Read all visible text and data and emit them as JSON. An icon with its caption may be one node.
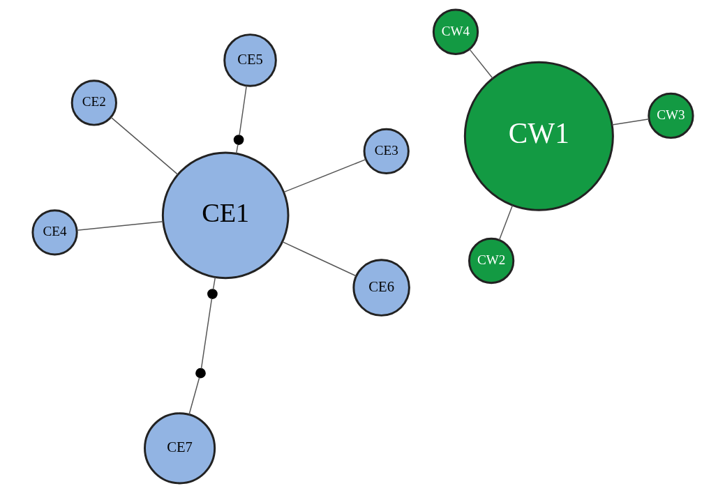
{
  "diagram": {
    "nodes": [
      {
        "text": [
          "CW1"
        ]
      },
      {
        "text": [
          "CW3"
        ]
      },
      {
        "text": [
          "CW2"
        ]
      },
      {
        "text": [
          "CW4"
        ]
      },
      {
        "text": [
          "CE4"
        ]
      },
      {
        "text": [
          "CE6"
        ]
      },
      {
        "text": [
          "CE1"
        ]
      },
      {
        "text": [
          "CE5"
        ]
      },
      {
        "text": [
          "CE3"
        ]
      },
      {
        "text": [
          "CE2"
        ]
      },
      {
        "text": [
          "CE7"
        ]
      },
      {
        "text": [],
        "shape": "circle"
      },
      {
        "text": [],
        "shape": "circle"
      },
      {
        "text": [],
        "shape": "circle"
      }
    ],
    "edges": [
      {
        "from": 0,
        "to": 1,
        "arrow": "none"
      },
      {
        "from": 0,
        "to": 2,
        "arrow": "none"
      },
      {
        "from": 0,
        "to": 3,
        "arrow": "none"
      },
      {
        "from": 6,
        "to": 4,
        "arrow": "none"
      },
      {
        "from": 6,
        "to": 5,
        "arrow": "none"
      },
      {
        "from": 6,
        "to": 8,
        "arrow": "none"
      },
      {
        "from": 6,
        "to": 9,
        "arrow": "none"
      },
      {
        "from": 7,
        "to": 11,
        "arrow": "none"
      },
      {
        "from": 11,
        "to": 6,
        "arrow": "none"
      },
      {
        "from": 6,
        "to": 12,
        "arrow": "none"
      },
      {
        "from": 12,
        "to": 13,
        "arrow": "none"
      },
      {
        "from": 13,
        "to": 10,
        "arrow": "none"
      }
    ]
  }
}
